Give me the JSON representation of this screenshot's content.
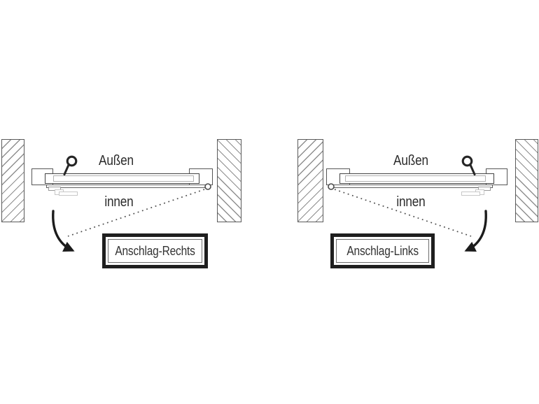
{
  "diagrams": [
    {
      "id": "anschlag-rechts",
      "outside_label": "Außen",
      "inside_label": "innen",
      "box_label": "Anschlag-Rechts"
    },
    {
      "id": "anschlag-links",
      "outside_label": "Außen",
      "inside_label": "innen",
      "box_label": "Anschlag-Links"
    }
  ],
  "icons": {
    "door_knob": "circle-ring-with-stem",
    "hinge_pivot": "small-circle",
    "swing_arrow": "curved-black-arrow",
    "swing_path": "dotted-diagonal-line",
    "wall_hatch": "diagonal-hatching"
  },
  "colors": {
    "background": "#ffffff",
    "line": "#555555",
    "dark_line": "#1f1f1f",
    "hatch": "#8f8f8f",
    "text": "#2b2b2b",
    "box_border": "#1f1f1f",
    "light_detail": "#c7c7c7"
  }
}
